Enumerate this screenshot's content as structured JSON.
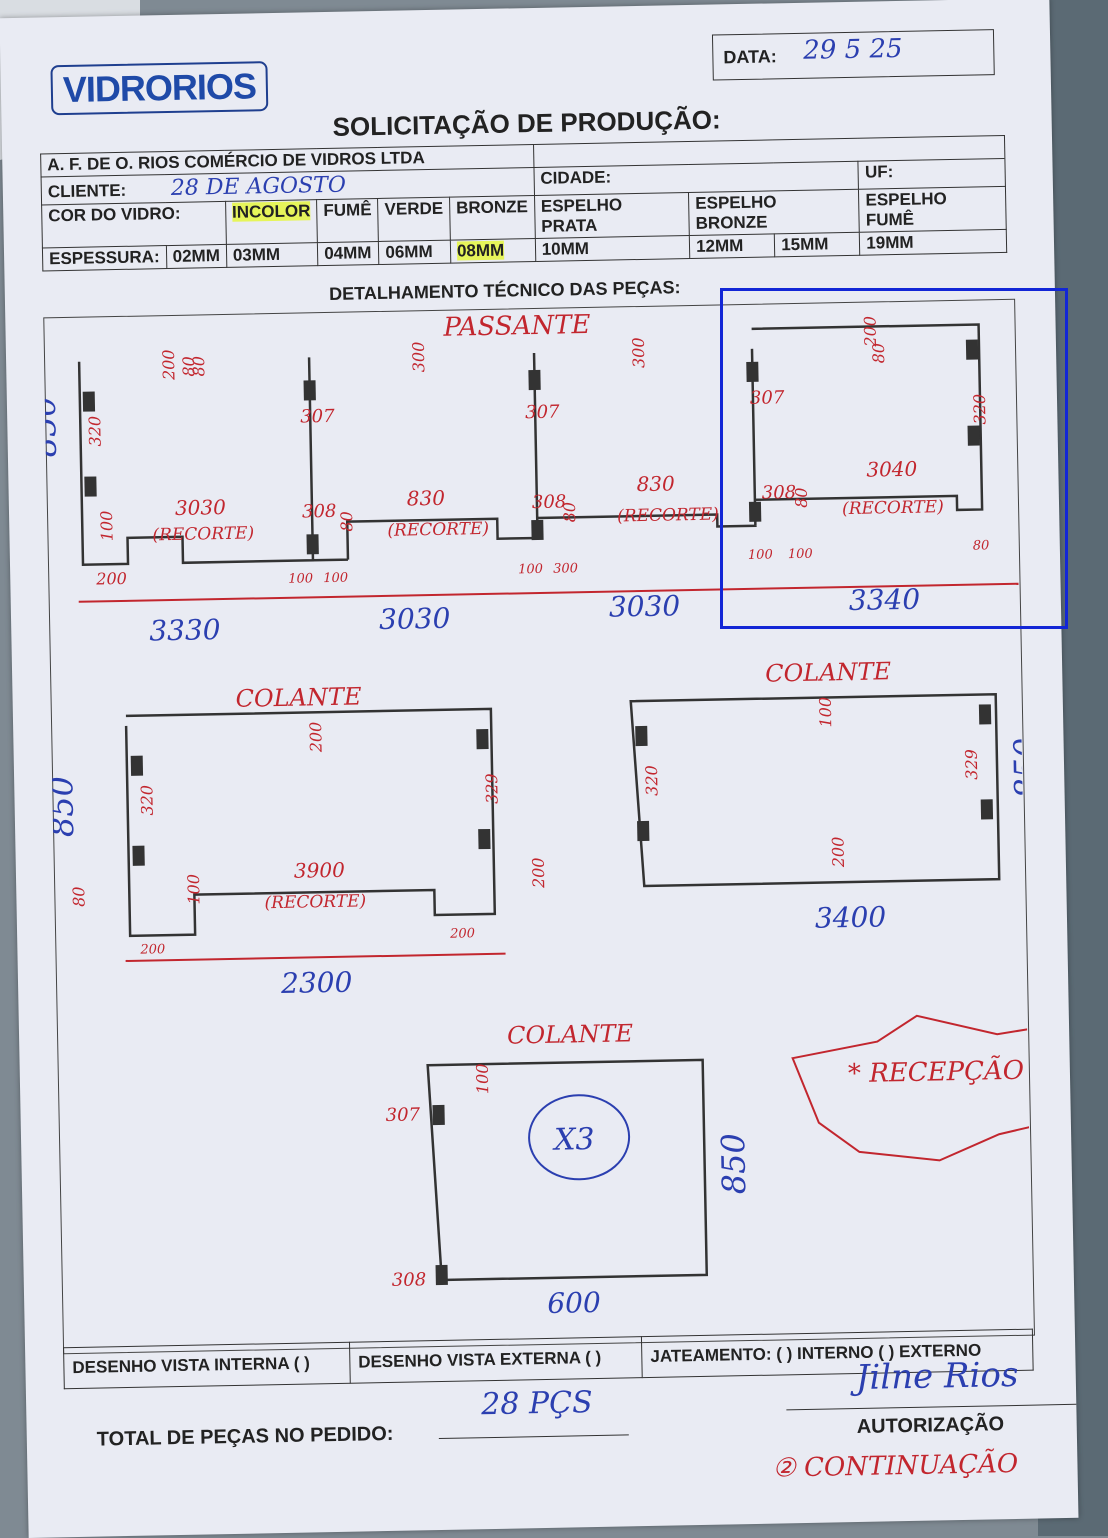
{
  "company": {
    "logo_text": "VIDRORIOS",
    "form_title": "SOLICITAÇÃO DE PRODUÇÃO:",
    "supplier": "A. F. DE O. RIOS COMÉRCIO DE VIDROS LTDA"
  },
  "date": {
    "label": "DATA:",
    "value": "29 5 25"
  },
  "client": {
    "label": "CLIENTE:",
    "value": "28 DE AGOSTO"
  },
  "city": {
    "label": "CIDADE:"
  },
  "uf": {
    "label": "UF:"
  },
  "glass_color": {
    "label": "COR DO VIDRO:",
    "options": [
      "INCOLOR",
      "FUMÊ",
      "VERDE",
      "BRONZE",
      "ESPELHO PRATA",
      "ESPELHO BRONZE",
      "ESPELHO FUMÊ"
    ],
    "selected": "INCOLOR"
  },
  "thickness": {
    "label": "ESPESSURA:",
    "options": [
      "02MM",
      "03MM",
      "04MM",
      "06MM",
      "08MM",
      "10MM",
      "12MM",
      "15MM",
      "19MM"
    ],
    "selected": "08MM"
  },
  "section_title": "DETALHAMENTO TÉCNICO DAS PEÇAS:",
  "drawings": {
    "passante": {
      "label": "PASSANTE",
      "height": "850",
      "notes": [
        "200",
        "320",
        "100",
        "200",
        "3030",
        "(RECORTE)",
        "307",
        "308",
        "80",
        "830",
        "(RECORTE)",
        "307",
        "308",
        "80",
        "830",
        "(RECORTE)",
        "307",
        "308",
        "80",
        "3040",
        "(RECORTE)",
        "320",
        "200",
        "100",
        "100",
        "100",
        "300",
        "100",
        "100",
        "300",
        "300",
        "200",
        "80",
        "80",
        "80",
        "80"
      ],
      "widths": [
        "3330",
        "3030",
        "3030",
        "3340"
      ]
    },
    "colante_left": {
      "label": "COLANTE",
      "height": "850",
      "notes": [
        "200",
        "320",
        "329",
        "100",
        "80",
        "3900",
        "(RECORTE)",
        "200",
        "200",
        "200"
      ],
      "width": "2300"
    },
    "colante_right": {
      "label": "COLANTE",
      "height": "850",
      "notes": [
        "100",
        "320",
        "329",
        "200"
      ],
      "width": "3400"
    },
    "colante_bottom": {
      "label": "COLANTE",
      "height": "850",
      "notes": [
        "100",
        "307",
        "308"
      ],
      "quantity": "X3",
      "width": "600"
    },
    "reception_note": "* RECEPÇÃO"
  },
  "footer": {
    "internal_view": "DESENHO VISTA INTERNA ( )",
    "external_view": "DESENHO VISTA EXTERNA ( )",
    "sandblasting": "JATEAMENTO: ( ) INTERNO ( ) EXTERNO",
    "total_label": "TOTAL DE PEÇAS NO PEDIDO:",
    "total_value": "28 PÇS",
    "authorization_label": "AUTORIZAÇÃO",
    "signature": "Jilne Rios",
    "continuation": "② CONTINUAÇÃO"
  },
  "colors": {
    "ink_red": "#c2262e",
    "ink_blue": "#2b3fb0",
    "highlight": "#e6f55a",
    "selection": "#1226d6"
  }
}
